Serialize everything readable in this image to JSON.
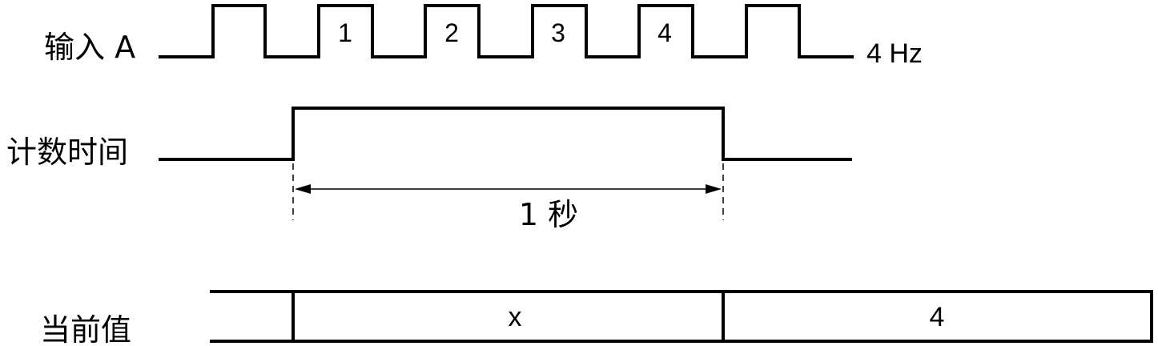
{
  "signals": {
    "input_a_label": "输入 A",
    "count_time_label": "计数时间",
    "current_value_label": "当前值"
  },
  "input_a": {
    "frequency_label": "4 Hz",
    "pulse_numbers": [
      "1",
      "2",
      "3",
      "4"
    ]
  },
  "count_time": {
    "duration_label": "1 秒"
  },
  "current_value": {
    "segments": [
      "",
      "x",
      "4"
    ]
  },
  "colors": {
    "line": "#000000",
    "background": "#ffffff"
  }
}
